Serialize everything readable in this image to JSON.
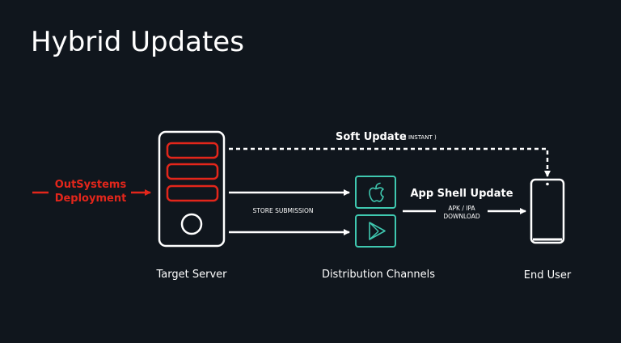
{
  "slide": {
    "title": "Hybrid Updates"
  },
  "diagram": {
    "source": {
      "line1": "OutSystems",
      "line2": "Deployment"
    },
    "soft_update": {
      "label": "Soft Update",
      "sub": "( INSTANT )"
    },
    "store_submission": "STORE SUBMISSION",
    "app_shell_update": {
      "label": "App Shell Update",
      "sub1": "APK / IPA",
      "sub2": "DOWNLOAD"
    },
    "nodes": {
      "target_server": "Target Server",
      "distribution_channels": "Distribution Channels",
      "end_user": "End User"
    },
    "store_icons": [
      "apple-app-store-icon",
      "google-play-icon"
    ]
  },
  "colors": {
    "background": "#10161d",
    "text": "#ffffff",
    "accent_red": "#e3261b",
    "accent_teal": "#3fc8b0"
  }
}
